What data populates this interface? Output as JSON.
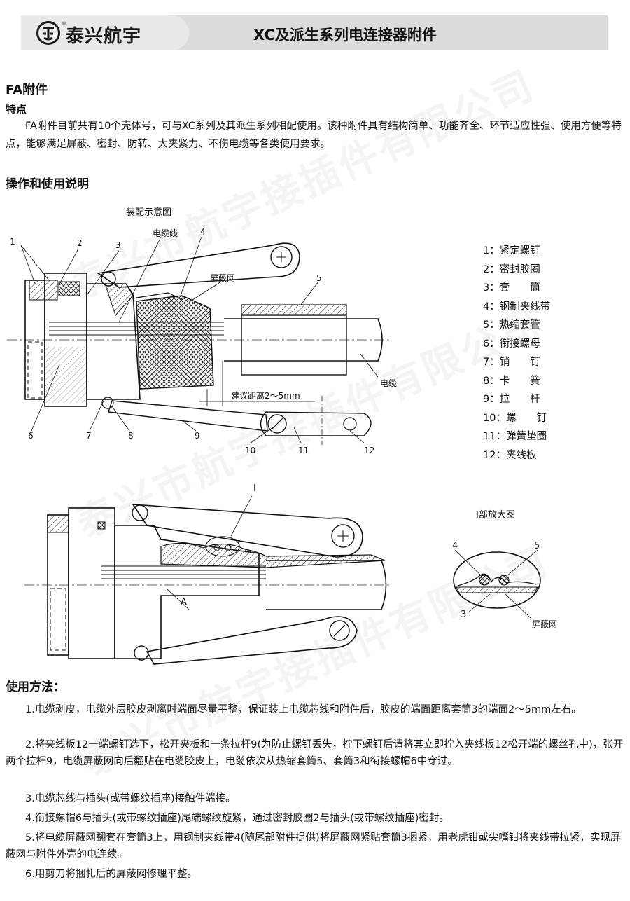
{
  "header": {
    "logo_reg": "®",
    "company": "泰兴航宇",
    "title": "XC及派生系列电连接器附件"
  },
  "section_title": "FA附件",
  "features_title": "特点",
  "intro": "FA附件目前共有10个壳体号，可与XC系列及其派生系列相配使用。该种附件具有结构简单、功能齐全、环节适应性强、使用方便等特点，能够满足屏蔽、密封、防转、大夹紧力、不伤电缆等各类使用要求。",
  "operation_title": "操作和使用说明",
  "diagram1": {
    "caption": "装配示意图",
    "callouts": {
      "n1": "1",
      "n2": "2",
      "n3": "3",
      "n4": "4",
      "n5": "5",
      "n6": "6",
      "n7": "7",
      "n8": "8",
      "n9": "9",
      "n10": "10",
      "n11": "11",
      "n12": "12",
      "wire": "电缆线",
      "shield": "屏蔽网",
      "cable": "电缆",
      "distance": "建议距离2～5mm"
    }
  },
  "legend": [
    "1：紧定螺钉",
    "2：密封胶圈",
    "3：套　　筒",
    "4：钢制夹线带",
    "5：热缩套管",
    "6：衔接螺母",
    "7：销　　钉",
    "8：卡　　簧",
    "9：拉　　杆",
    "10：螺　　钉",
    "11：弹簧垫圈",
    "12：夹线板"
  ],
  "diagram2": {
    "mark_i": "I",
    "mark_a": "A",
    "detail_caption": "I部放大图",
    "d4": "4",
    "d5": "5",
    "d3": "3",
    "dshield": "屏蔽网"
  },
  "usage_title": "使用方法：",
  "steps": [
    "1.电缆剥皮，电缆外层胶皮剥离时端面尽量平整，保证装上电缆芯线和附件后，胶皮的端面距离套筒3的端面2～5mm左右。",
    "2.将夹线板12一端螺钉选下，松开夹板和一条拉杆9(为防止螺钉丢失，拧下螺钉后请将其立即拧入夹线板12松开端的螺丝孔中)，张开两个拉杆9，电缆屏蔽网向后翻贴在电缆胶皮上，电缆依次从热缩套筒5、套筒3和衔接螺帽6中穿过。",
    "3.电缆芯线与插头(或带螺纹插座)接触件端接。",
    "4.衔接螺帽6与插头(或带螺纹插座)尾端螺纹旋紧，通过密封胶圈2与插头(或带螺纹插座)密封。",
    "5.将电缆屏蔽网翻套在套筒3上，用钢制夹线带4(随尾部附件提供)将屏蔽网紧贴套筒3捆紧，用老虎钳或尖嘴钳将夹线带拉紧，实现屏蔽网与附件外壳的电连续。",
    "6.用剪刀将捆扎后的屏蔽网修理平整。"
  ],
  "watermark": "泰兴市航宇接插件有限公司"
}
